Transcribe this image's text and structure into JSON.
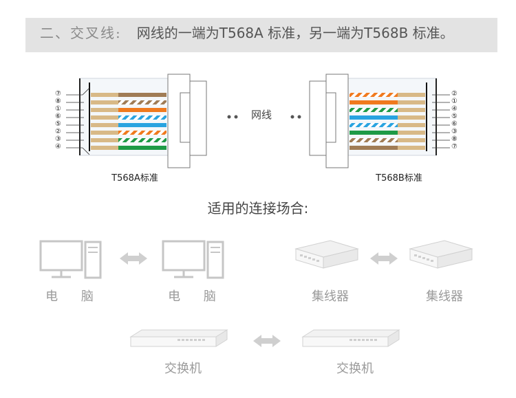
{
  "header": {
    "prefix": "二、交叉线:",
    "main": "网线的一端为T568A 标准，另一端为T568B 标准。"
  },
  "connector_left": {
    "label": "T568A标准",
    "pins": [
      "⑦",
      "⑧",
      "①",
      "⑥",
      "⑤",
      "②",
      "③",
      "④"
    ]
  },
  "connector_right": {
    "label": "T568B标准",
    "pins": [
      "②",
      "①",
      "④",
      "⑤",
      "⑥",
      "③",
      "⑧",
      "⑦"
    ]
  },
  "middle_label": "网线",
  "subtitle": "适用的连接场合:",
  "devices": {
    "pc_left": "电 脑",
    "pc_right": "电 脑",
    "hub_left": "集线器",
    "hub_right": "集线器",
    "switch_left": "交换机",
    "switch_right": "交换机"
  },
  "colors": {
    "brown": "#a07c55",
    "orange": "#f07a1e",
    "blue": "#29a3e0",
    "green": "#1e9a46",
    "tan": "#d8b987",
    "device_gray": "#c8c8c8"
  }
}
